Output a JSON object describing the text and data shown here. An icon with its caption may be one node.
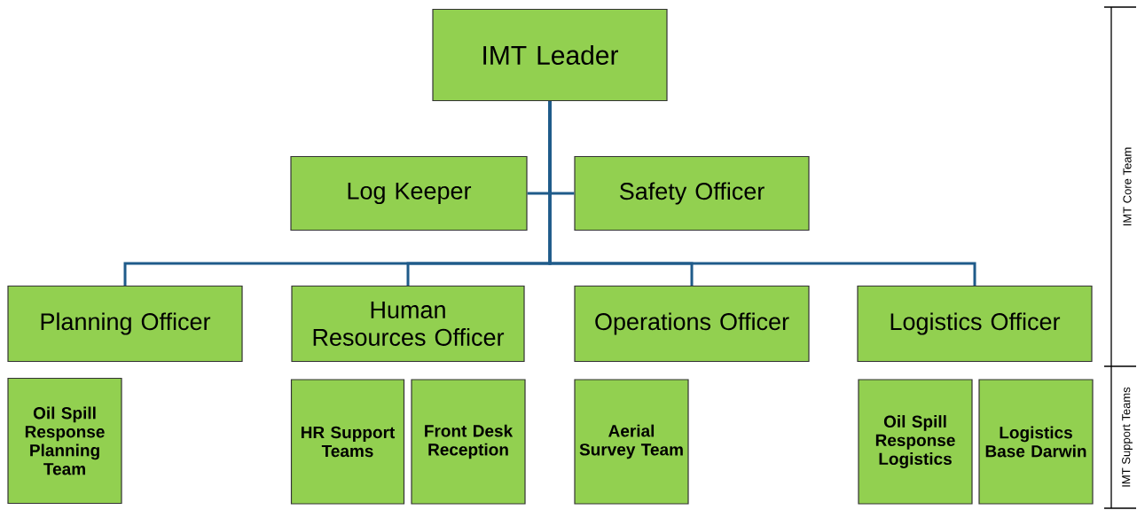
{
  "diagram": {
    "nodes": [
      {
        "text": [
          "IMT Leader"
        ]
      },
      {
        "text": [
          "Log Keeper"
        ]
      },
      {
        "text": [
          "Safety Officer"
        ]
      },
      {
        "text": [
          "Planning Officer"
        ]
      },
      {
        "text": [
          "Human Resources Officer"
        ]
      },
      {
        "text": [
          "Operations Officer"
        ]
      },
      {
        "text": [
          "Logistics Officer"
        ]
      },
      {
        "text": [
          "Oil Spill Response Planning Team"
        ]
      },
      {
        "text": [
          "HR Support Teams"
        ]
      },
      {
        "text": [
          "Front Desk Reception"
        ]
      },
      {
        "text": [
          "Aerial Survey Team"
        ]
      },
      {
        "text": [
          "Oil Spill Response Logistics"
        ]
      },
      {
        "text": [
          "Logistics Base Darwin"
        ]
      }
    ],
    "edges": [
      {
        "from": 0,
        "to": 1,
        "arrow": "none"
      },
      {
        "from": 0,
        "to": 2,
        "arrow": "none"
      },
      {
        "from": 0,
        "to": 3,
        "arrow": "none"
      },
      {
        "from": 0,
        "to": 4,
        "arrow": "none"
      },
      {
        "from": 0,
        "to": 5,
        "arrow": "none"
      },
      {
        "from": 0,
        "to": 6,
        "arrow": "none"
      }
    ],
    "labels": [
      "IMT Core Team",
      "IMT Support Teams"
    ]
  }
}
